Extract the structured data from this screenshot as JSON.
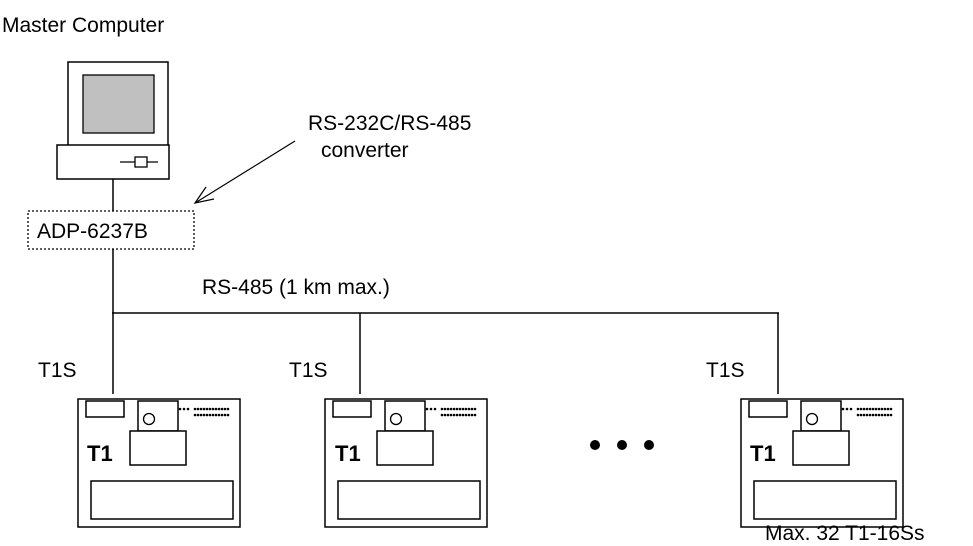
{
  "labels": {
    "master": "Master Computer",
    "converter_line1": "RS-232C/RS-485",
    "converter_line2": "converter",
    "adapter": "ADP-6237B",
    "bus": "RS-485 (1 km max.)",
    "max_note": "Max. 32 T1-16Ss"
  },
  "nodes": [
    {
      "port_label": "T1S",
      "board_label": "T1"
    },
    {
      "port_label": "T1S",
      "board_label": "T1"
    },
    {
      "port_label": "T1S",
      "board_label": "T1"
    }
  ]
}
